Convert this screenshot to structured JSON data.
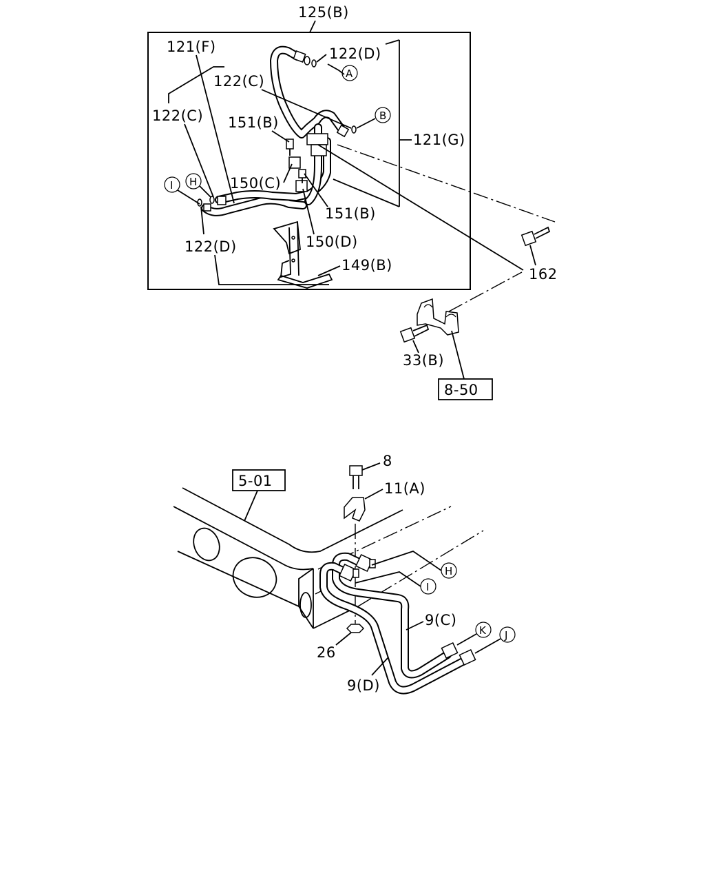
{
  "top": {
    "assembly_label": "125(B)",
    "labels": {
      "p121f": "121(F)",
      "p122d_top": "122(D)",
      "p122c_a": "122(C)",
      "p122c_b": "122(C)",
      "p151b_a": "151(B)",
      "p121g": "121(G)",
      "p150c": "150(C)",
      "p151b_b": "151(B)",
      "p150d": "150(D)",
      "p122d_bottom": "122(D)",
      "p149b": "149(B)",
      "p162": "162",
      "p33b": "33(B)",
      "ref_8_50": "8-50"
    },
    "callouts": {
      "A": "A",
      "B": "B",
      "H": "H",
      "I": "I"
    }
  },
  "bottom": {
    "labels": {
      "ref_5_01": "5-01",
      "p8": "8",
      "p11a": "11(A)",
      "p9c": "9(C)",
      "p26": "26",
      "p9d": "9(D)"
    },
    "callouts": {
      "H": "H",
      "I": "I",
      "K": "K",
      "J": "J"
    }
  }
}
